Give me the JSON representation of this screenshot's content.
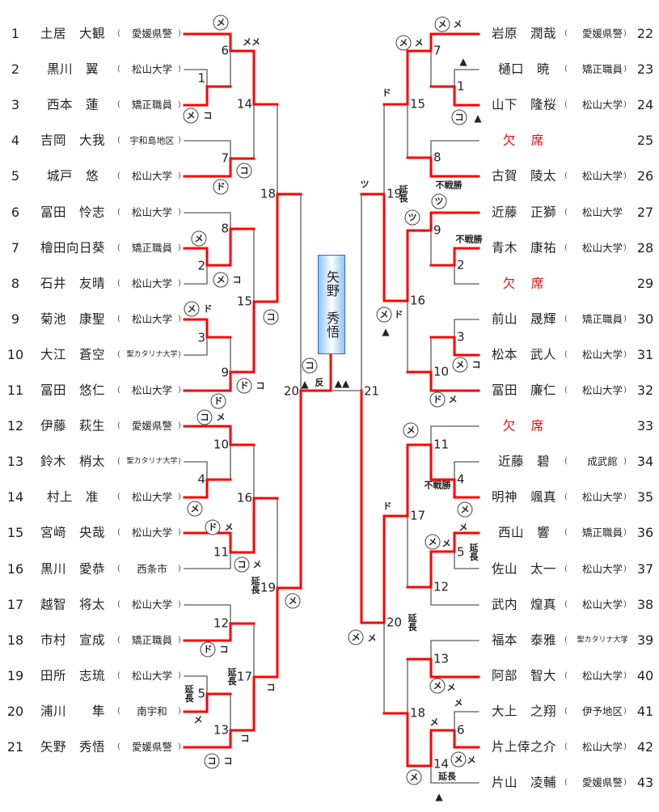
{
  "bracket": {
    "paren_open": "(",
    "paren_close": ")",
    "absent_label": "欠　席",
    "extra_time_label": "延長",
    "champion": {
      "name": "矢野　秀悟"
    },
    "left_players": [
      {
        "no": "1",
        "name": "土居　大観",
        "team": "愛媛県警"
      },
      {
        "no": "2",
        "name": "黒川　翼",
        "team": "松山大学"
      },
      {
        "no": "3",
        "name": "西本　蓮",
        "team": "矯正職員"
      },
      {
        "no": "4",
        "name": "吉岡　大我",
        "team": "宇和島地区"
      },
      {
        "no": "5",
        "name": "城戸　悠",
        "team": "松山大学"
      },
      {
        "no": "6",
        "name": "冨田　怜志",
        "team": "松山大学"
      },
      {
        "no": "7",
        "name": "檜田向日葵",
        "team": "矯正職員"
      },
      {
        "no": "8",
        "name": "石井　友晴",
        "team": "松山大学"
      },
      {
        "no": "9",
        "name": "菊池　康聖",
        "team": "松山大学"
      },
      {
        "no": "10",
        "name": "大江　蒼空",
        "team": "聖カタリナ大学"
      },
      {
        "no": "11",
        "name": "冨田　悠仁",
        "team": "松山大学"
      },
      {
        "no": "12",
        "name": "伊藤　萩生",
        "team": "愛媛県警"
      },
      {
        "no": "13",
        "name": "鈴木　梢太",
        "team": "聖カタリナ大学"
      },
      {
        "no": "14",
        "name": "村上　准",
        "team": "松山大学"
      },
      {
        "no": "15",
        "name": "宮﨑　央哉",
        "team": "松山大学"
      },
      {
        "no": "16",
        "name": "黒川　愛恭",
        "team": "西条市"
      },
      {
        "no": "17",
        "name": "越智　将太",
        "team": "松山大学"
      },
      {
        "no": "18",
        "name": "市村　宣成",
        "team": "矯正職員"
      },
      {
        "no": "19",
        "name": "田所　志琉",
        "team": "松山大学"
      },
      {
        "no": "20",
        "name": "浦川　　隼",
        "team": "南宇和"
      },
      {
        "no": "21",
        "name": "矢野　秀悟",
        "team": "愛媛県警"
      }
    ],
    "right_players": [
      {
        "no": "22",
        "name": "岩原　潤哉",
        "team": "愛媛県警"
      },
      {
        "no": "23",
        "name": "樋口　暁",
        "team": "矯正職員"
      },
      {
        "no": "24",
        "name": "山下　隆桜",
        "team": "松山大学"
      },
      {
        "no": "25",
        "absent": true
      },
      {
        "no": "26",
        "name": "古賀　陵太",
        "team": "松山大学"
      },
      {
        "no": "27",
        "name": "近藤　正獅",
        "team": "松山大学",
        "no_close_paren": true
      },
      {
        "no": "28",
        "name": "青木　康祐",
        "team": "松山大学"
      },
      {
        "no": "29",
        "absent": true
      },
      {
        "no": "30",
        "name": "前山　晟輝",
        "team": "矯正職員"
      },
      {
        "no": "31",
        "name": "松本　武人",
        "team": "松山大学"
      },
      {
        "no": "32",
        "name": "冨田　廉仁",
        "team": "松山大学"
      },
      {
        "no": "33",
        "absent": true
      },
      {
        "no": "34",
        "name": "近藤　碧",
        "team": "成武館"
      },
      {
        "no": "35",
        "name": "明神　颯真",
        "team": "松山大学"
      },
      {
        "no": "36",
        "name": "西山　響",
        "team": "矯正職員"
      },
      {
        "no": "37",
        "name": "佐山　太一",
        "team": "松山大学"
      },
      {
        "no": "38",
        "name": "武内　煌真",
        "team": "松山大学"
      },
      {
        "no": "39",
        "name": "福本　泰雅",
        "team": "聖カタリナ大学"
      },
      {
        "no": "40",
        "name": "阿部　智大",
        "team": "松山大学"
      },
      {
        "no": "41",
        "name": "大上　之翔",
        "team": "伊予地区"
      },
      {
        "no": "42",
        "name": "片上倖之介",
        "team": "松山大学"
      },
      {
        "no": "43",
        "name": "片山　凌輔",
        "team": "愛媛県警"
      }
    ],
    "match_labels_left": [
      "1",
      "2",
      "3",
      "4",
      "5",
      "6",
      "7",
      "8",
      "9",
      "10",
      "11",
      "12",
      "13",
      "14",
      "15",
      "16",
      "17",
      "18",
      "19",
      "20"
    ],
    "match_labels_right": [
      "1",
      "2",
      "3",
      "4",
      "5",
      "6",
      "7",
      "8",
      "9",
      "10",
      "11",
      "12",
      "13",
      "14",
      "15",
      "16",
      "17",
      "18",
      "19",
      "20",
      "21"
    ],
    "extra_time_matches_left": [
      "5",
      "17",
      "19"
    ],
    "extra_time_matches_right": [
      "5",
      "14",
      "19",
      "20"
    ],
    "annotations_left": [
      {
        "text": "メ",
        "circled": true
      },
      {
        "text": "メメ",
        "circled": false
      },
      {
        "text": "メ",
        "circled": true
      },
      {
        "text": "コ",
        "circled": false
      },
      {
        "text": "コ",
        "circled": true
      },
      {
        "text": "ド",
        "circled": true
      },
      {
        "text": "メ",
        "circled": true
      },
      {
        "text": "メ",
        "circled": true
      },
      {
        "text": "コ",
        "circled": false
      },
      {
        "text": "メ",
        "circled": true
      },
      {
        "text": "ド",
        "circled": false
      },
      {
        "text": "コ",
        "circled": true
      },
      {
        "text": "ド",
        "circled": true
      },
      {
        "text": "コ",
        "circled": false
      },
      {
        "text": "ド",
        "circled": true
      },
      {
        "text": "コ",
        "circled": true
      },
      {
        "text": "メ",
        "circled": false
      },
      {
        "text": "メ",
        "circled": true
      },
      {
        "text": "ド",
        "circled": true
      },
      {
        "text": "メ",
        "circled": false
      },
      {
        "text": "コ",
        "circled": true
      },
      {
        "text": "メ",
        "circled": false
      },
      {
        "text": "メ",
        "circled": true
      },
      {
        "text": "ド",
        "circled": true
      },
      {
        "text": "コ",
        "circled": false
      },
      {
        "text": "コ",
        "circled": false
      },
      {
        "text": "メ",
        "circled": false
      },
      {
        "text": "コ",
        "circled": false
      },
      {
        "text": "コ",
        "circled": true
      },
      {
        "text": "コ",
        "circled": false
      }
    ],
    "annotations_center": [
      {
        "text": "コ",
        "circled": true
      },
      {
        "text": "▲",
        "circled": false
      },
      {
        "text": "反",
        "circled": false
      },
      {
        "text": "▲▲",
        "circled": false
      }
    ],
    "annotations_right": [
      {
        "text": "メ",
        "circled": true
      },
      {
        "text": "メ",
        "circled": false
      },
      {
        "text": "メ",
        "circled": true
      },
      {
        "text": "メ",
        "circled": false
      },
      {
        "text": "▲",
        "circled": false
      },
      {
        "text": "ド",
        "circled": false
      },
      {
        "text": "コ",
        "circled": true
      },
      {
        "text": "▲",
        "circled": false
      },
      {
        "text": "ツ",
        "circled": false
      },
      {
        "text": "不戦勝",
        "circled": false
      },
      {
        "text": "ツ",
        "circled": true
      },
      {
        "text": "ツ",
        "circled": true
      },
      {
        "text": "不戦勝",
        "circled": false
      },
      {
        "text": "メ",
        "circled": true
      },
      {
        "text": "ド",
        "circled": false
      },
      {
        "text": "▲",
        "circled": false
      },
      {
        "text": "メ",
        "circled": true
      },
      {
        "text": "コ",
        "circled": false
      },
      {
        "text": "ド",
        "circled": true
      },
      {
        "text": "メ",
        "circled": false
      },
      {
        "text": "メ",
        "circled": true
      },
      {
        "text": "不戦勝",
        "circled": false
      },
      {
        "text": "ド",
        "circled": false
      },
      {
        "text": "メ",
        "circled": true
      },
      {
        "text": "メ",
        "circled": false
      },
      {
        "text": "メ",
        "circled": true
      },
      {
        "text": "メ",
        "circled": false
      },
      {
        "text": "メ",
        "circled": true
      },
      {
        "text": "メ",
        "circled": false
      },
      {
        "text": "メ",
        "circled": true
      },
      {
        "text": "メ",
        "circled": false
      },
      {
        "text": "メ",
        "circled": false
      },
      {
        "text": "メ",
        "circled": false
      },
      {
        "text": "メ",
        "circled": true
      },
      {
        "text": "メ",
        "circled": false
      },
      {
        "text": "メ",
        "circled": true
      },
      {
        "text": "▲",
        "circled": false
      }
    ],
    "colors": {
      "winner_line": "#ff0000",
      "loser_line": "#5a5a5a",
      "absent_text": "#ff0000",
      "champion_box_border": "#3a62d8",
      "champion_box_fill": "#8cc6f2"
    }
  }
}
